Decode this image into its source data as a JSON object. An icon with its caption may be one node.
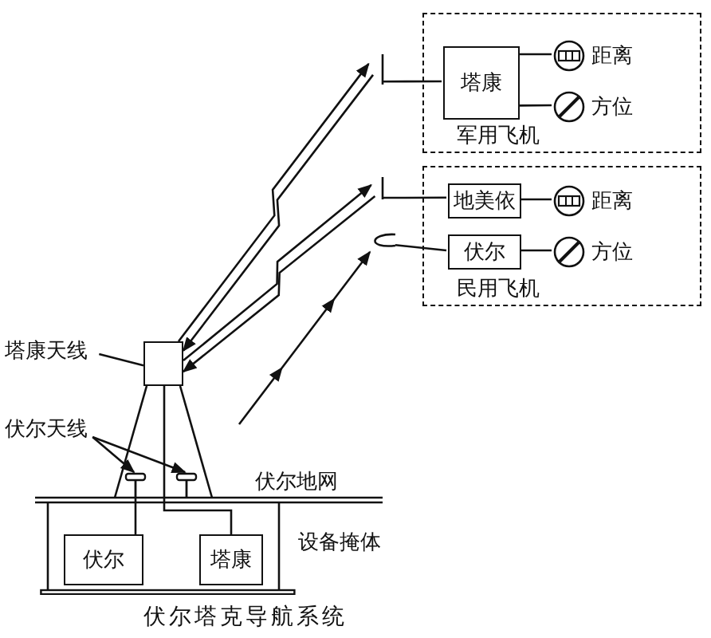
{
  "diagram": {
    "caption": "伏尔塔克导航系统",
    "nodes": [
      {
        "text": [
          "军用飞机"
        ]
      },
      {
        "text": [
          "塔康"
        ],
        "in": 0
      },
      {
        "text": [],
        "shape": "circle",
        "beside": [
          "距离"
        ],
        "in": 0
      },
      {
        "text": [],
        "shape": "circle",
        "beside": [
          "方位"
        ],
        "in": 0
      },
      {
        "text": [
          "民用飞机"
        ]
      },
      {
        "text": [
          "地美依"
        ],
        "in": 4
      },
      {
        "text": [],
        "shape": "circle",
        "beside": [
          "距离"
        ],
        "in": 4
      },
      {
        "text": [
          "伏尔"
        ],
        "in": 4
      },
      {
        "text": [],
        "shape": "circle",
        "beside": [
          "方位"
        ],
        "in": 4
      },
      {
        "text": [],
        "shape": "antenna"
      },
      {
        "text": [],
        "shape": "antenna"
      },
      {
        "text": [],
        "shape": "antenna"
      },
      {
        "text": [
          "塔康天线"
        ]
      },
      {
        "text": [],
        "shape": "box"
      },
      {
        "text": [
          "伏尔天线"
        ]
      },
      {
        "text": [],
        "shape": "antenna"
      },
      {
        "text": [],
        "shape": "antenna"
      },
      {
        "text": [
          "设备掩体"
        ]
      },
      {
        "text": [
          "伏尔"
        ],
        "in": 17
      },
      {
        "text": [
          "塔康"
        ],
        "in": 17
      }
    ],
    "edges": [
      {
        "from": 1,
        "to": 2,
        "arrow": "none"
      },
      {
        "from": 1,
        "to": 3,
        "arrow": "none"
      },
      {
        "from": 5,
        "to": 6,
        "arrow": "none"
      },
      {
        "from": 7,
        "to": 8,
        "arrow": "none"
      },
      {
        "from": 9,
        "to": 1,
        "arrow": "none"
      },
      {
        "from": 10,
        "to": 5,
        "arrow": "none"
      },
      {
        "from": 11,
        "to": 7,
        "arrow": "none"
      },
      {
        "from": 13,
        "to": 9,
        "arrow": "to"
      },
      {
        "from": 9,
        "to": 13,
        "arrow": "to"
      },
      {
        "from": 13,
        "to": 10,
        "arrow": "to"
      },
      {
        "from": 10,
        "to": 13,
        "arrow": "to"
      },
      {
        "from": null,
        "to": 11,
        "arrow": "to"
      },
      {
        "from": 12,
        "to": 13,
        "arrow": "none"
      },
      {
        "from": 14,
        "to": 15,
        "arrow": "to"
      },
      {
        "from": 14,
        "to": 16,
        "arrow": "to"
      },
      {
        "from": 15,
        "to": 18,
        "arrow": "none"
      },
      {
        "from": 13,
        "to": 19,
        "arrow": "none"
      }
    ],
    "labels": [
      "伏尔地网"
    ]
  }
}
